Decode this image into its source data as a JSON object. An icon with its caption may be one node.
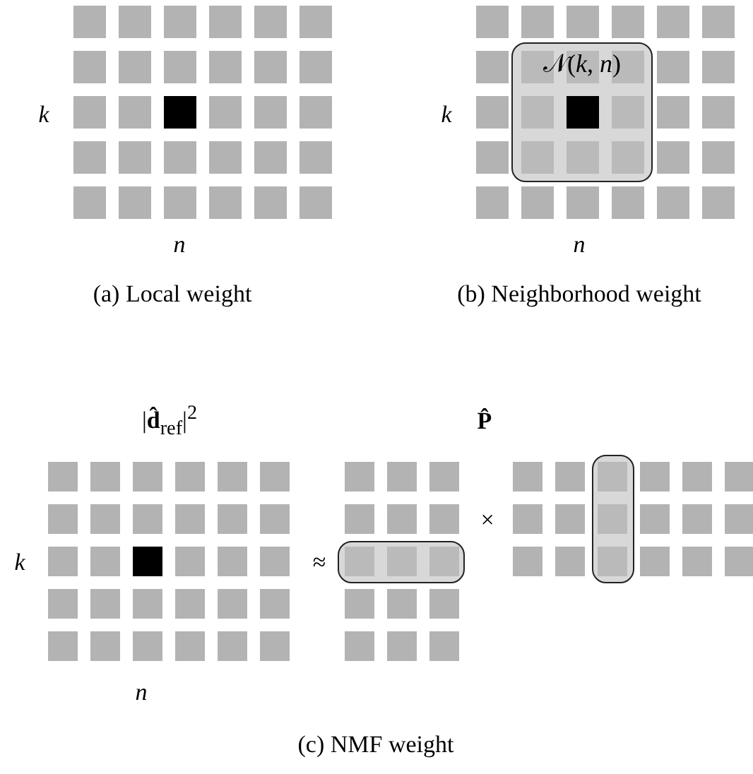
{
  "diagram": {
    "nodes": [
      {
        "text": [
          "𝒩(*k*, *n*)"
        ]
      },
      {
        "text": [],
        "shape": "box"
      },
      {
        "text": [],
        "shape": "box"
      }
    ],
    "edges": [],
    "labels": [
      "k",
      "n",
      "k",
      "n",
      "(a) Local weight",
      "(b) Neighborhood weight",
      "|**d̂**$_{ref}$|$^{2}$",
      "**P̂**",
      "k",
      "≈",
      "×",
      "n",
      "(c) NMF weight"
    ]
  }
}
